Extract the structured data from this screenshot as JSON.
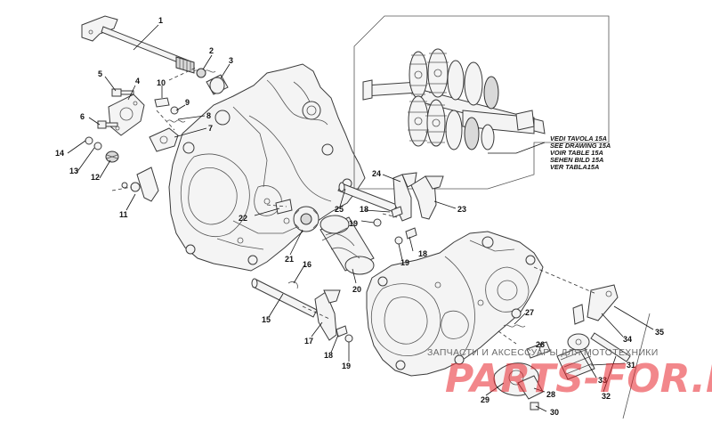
{
  "parts": [
    {
      "id": "p1",
      "label": "1"
    },
    {
      "id": "p2",
      "label": "2"
    },
    {
      "id": "p3",
      "label": "3"
    },
    {
      "id": "p4",
      "label": "4"
    },
    {
      "id": "p5",
      "label": "5"
    },
    {
      "id": "p6",
      "label": "6"
    },
    {
      "id": "p7",
      "label": "7"
    },
    {
      "id": "p8",
      "label": "8"
    },
    {
      "id": "p9",
      "label": "9"
    },
    {
      "id": "p10",
      "label": "10"
    },
    {
      "id": "p11",
      "label": "11"
    },
    {
      "id": "p12",
      "label": "12"
    },
    {
      "id": "p13",
      "label": "13"
    },
    {
      "id": "p14",
      "label": "14"
    },
    {
      "id": "p15",
      "label": "15"
    },
    {
      "id": "p16",
      "label": "16"
    },
    {
      "id": "p17",
      "label": "17"
    },
    {
      "id": "p18a",
      "label": "18"
    },
    {
      "id": "p18b",
      "label": "18"
    },
    {
      "id": "p18c",
      "label": "18"
    },
    {
      "id": "p19a",
      "label": "19"
    },
    {
      "id": "p19b",
      "label": "19"
    },
    {
      "id": "p19c",
      "label": "19"
    },
    {
      "id": "p20",
      "label": "20"
    },
    {
      "id": "p21",
      "label": "21"
    },
    {
      "id": "p22",
      "label": "22"
    },
    {
      "id": "p23",
      "label": "23"
    },
    {
      "id": "p24",
      "label": "24"
    },
    {
      "id": "p25",
      "label": "25"
    },
    {
      "id": "p26",
      "label": "26"
    },
    {
      "id": "p27",
      "label": "27"
    },
    {
      "id": "p28",
      "label": "28"
    },
    {
      "id": "p29",
      "label": "29"
    },
    {
      "id": "p30",
      "label": "30"
    },
    {
      "id": "p31",
      "label": "31"
    },
    {
      "id": "p32",
      "label": "32"
    },
    {
      "id": "p33",
      "label": "33"
    },
    {
      "id": "p34",
      "label": "34"
    },
    {
      "id": "p35",
      "label": "35"
    }
  ],
  "reference_note": [
    "VEDI TAVOLA 15A",
    "SEE DRAWING 15A",
    "VOIR TABLE 15A",
    "SEHEN BILD 15A",
    "VER TABLA15A"
  ],
  "watermark": {
    "caption": "ЗАПЧАСТИ И АКСЕССУАРЫ ДЛЯ МОТОТЕХНИКИ",
    "brand": "PARTS-FOR.RU",
    "color": "#e8242b"
  }
}
